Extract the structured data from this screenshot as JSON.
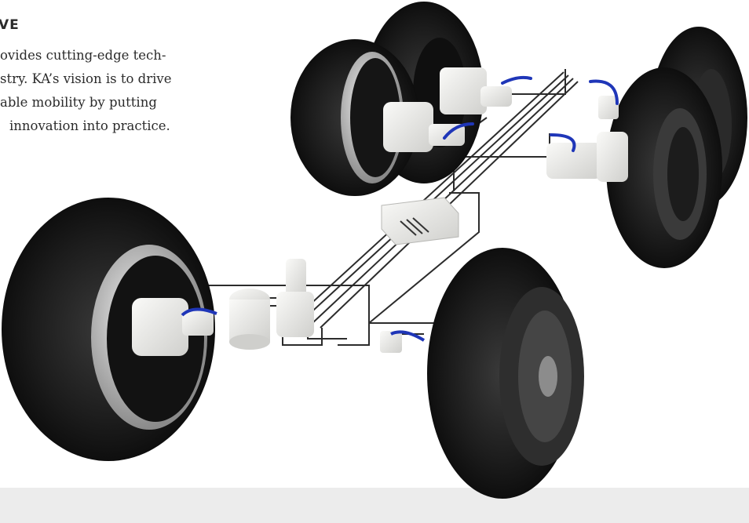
{
  "heading": "VE",
  "lines": [
    "ovides cutting-edge tech-",
    "stry. KA’s vision is to drive",
    "able mobility by putting",
    "innovation into practice."
  ],
  "colors": {
    "text": "#2b2b2b",
    "tire": "#1a1a1a",
    "rim": "#bcbcbc",
    "component": "#e8e8e6",
    "pipe": "#2c2c2c",
    "hose": "#1f36b8",
    "band": "#ececec"
  },
  "icons": [
    "tire",
    "wheel-hub",
    "brake-chamber",
    "air-dryer",
    "valve",
    "control-unit",
    "pipe"
  ]
}
